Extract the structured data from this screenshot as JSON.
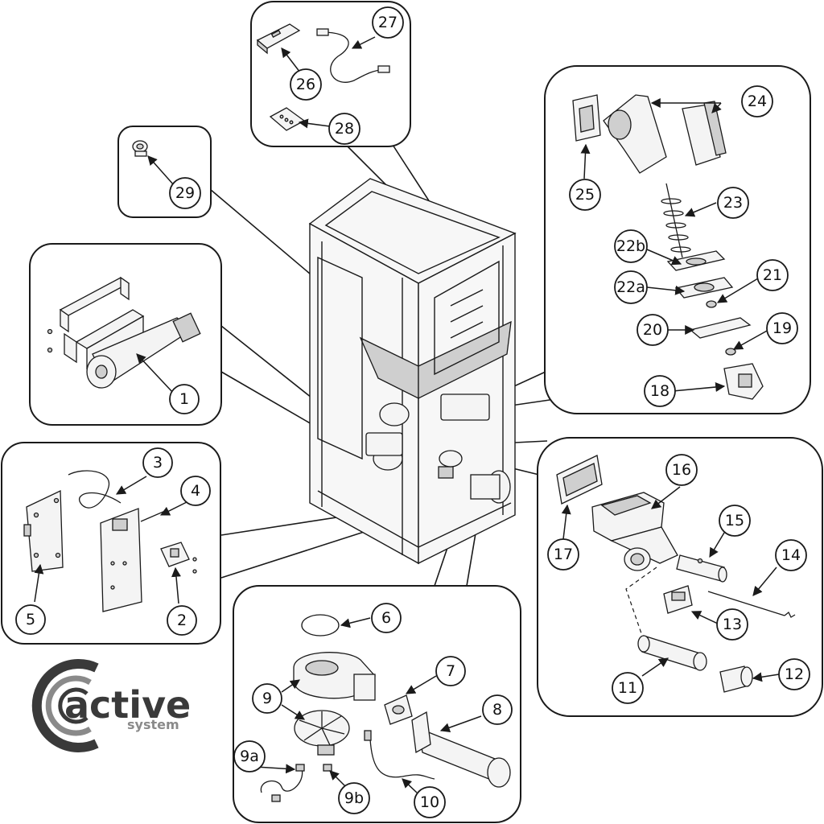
{
  "logo": {
    "brand": "active",
    "subtitle": "system"
  },
  "callouts": [
    "1",
    "2",
    "3",
    "4",
    "5",
    "6",
    "7",
    "8",
    "9",
    "9a",
    "9b",
    "10",
    "11",
    "12",
    "13",
    "14",
    "15",
    "16",
    "17",
    "18",
    "19",
    "20",
    "21",
    "22a",
    "22b",
    "23",
    "24",
    "25",
    "26",
    "27",
    "28",
    "29"
  ]
}
